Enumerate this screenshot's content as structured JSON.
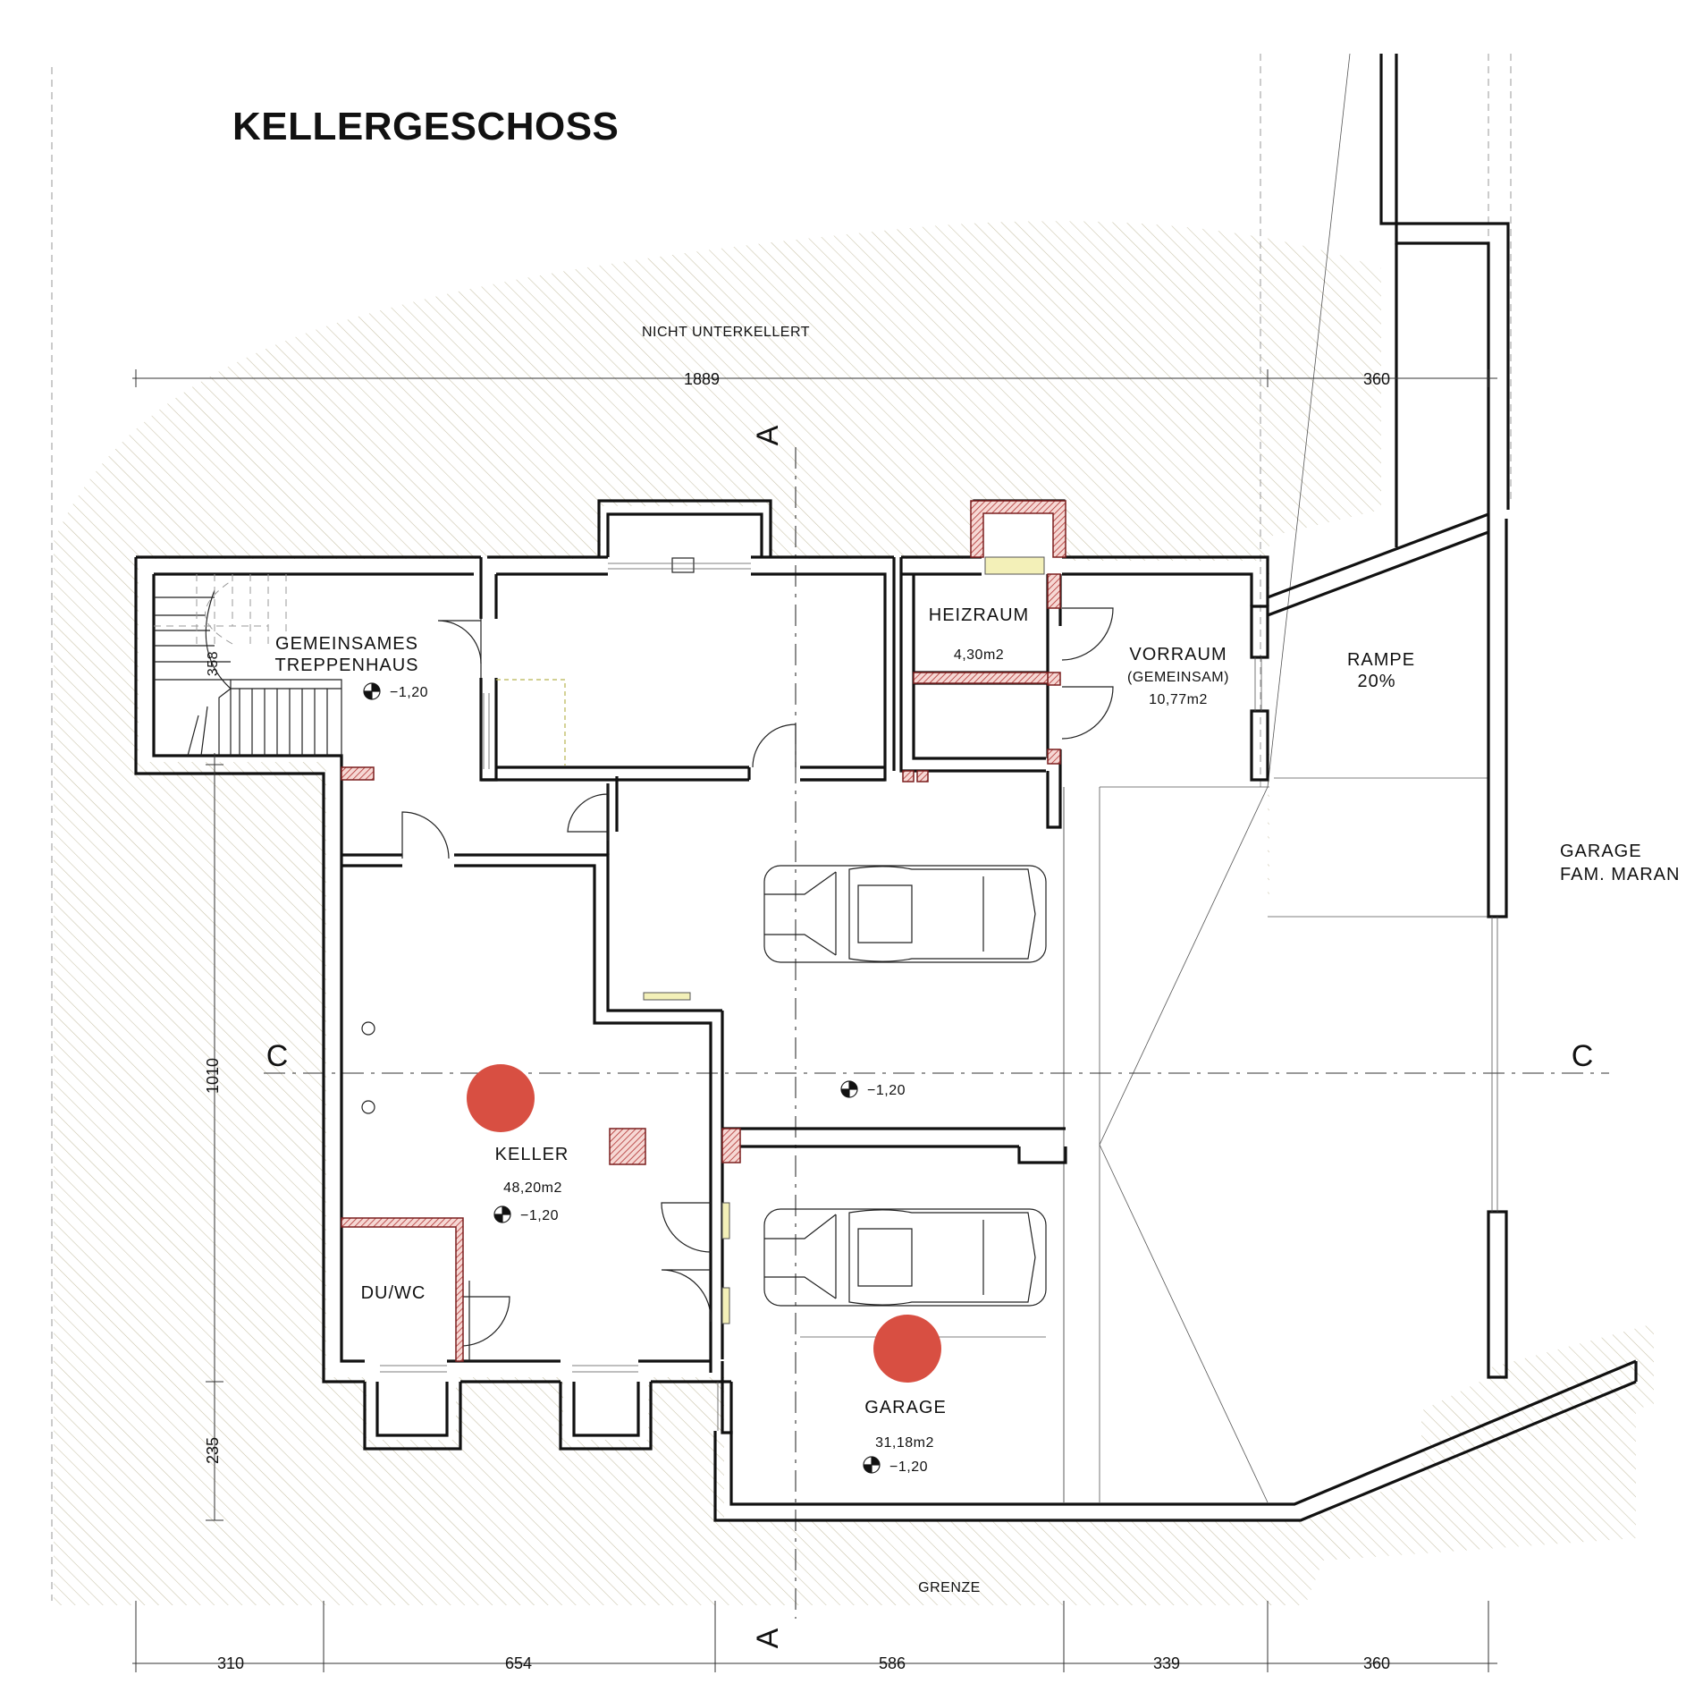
{
  "plan": {
    "title": "KELLERGESCHOSS",
    "unexcavated_label": "NICHT UNTERKELLERT",
    "boundary_label": "GRENZE",
    "neighbour_label_line1": "GARAGE",
    "neighbour_label_line2": "FAM. MARAN",
    "section_marks": {
      "a": "A",
      "c": "C"
    },
    "rooms": {
      "stair": {
        "line1": "GEMEINSAMES",
        "line2": "TREPPENHAUS",
        "level": "−1,20",
        "stair_width": "358"
      },
      "heating": {
        "name": "HEIZRAUM",
        "area": "4,30m2"
      },
      "anteroom": {
        "name": "VORRAUM",
        "note": "(GEMEINSAM)",
        "area": "10,77m2"
      },
      "ramp": {
        "name": "RAMPE",
        "slope": "20%"
      },
      "cellar": {
        "name": "KELLER",
        "area": "48,20m2",
        "level": "−1,20"
      },
      "shower": {
        "name": "DU/WC"
      },
      "garage": {
        "name": "GARAGE",
        "area": "31,18m2",
        "level": "−1,20"
      },
      "parking": {
        "level": "−1,20"
      }
    },
    "dimensions": {
      "top": [
        "1889",
        "360"
      ],
      "bottom": [
        "310",
        "654",
        "586",
        "339",
        "360"
      ],
      "left": [
        "1010",
        "235"
      ]
    },
    "colors": {
      "wall": "#111111",
      "brick_hatch": "#b03030",
      "ground_hatch": "#c8c2a8",
      "marker": "#d84f42",
      "glazing": "#f3f0b8"
    }
  }
}
